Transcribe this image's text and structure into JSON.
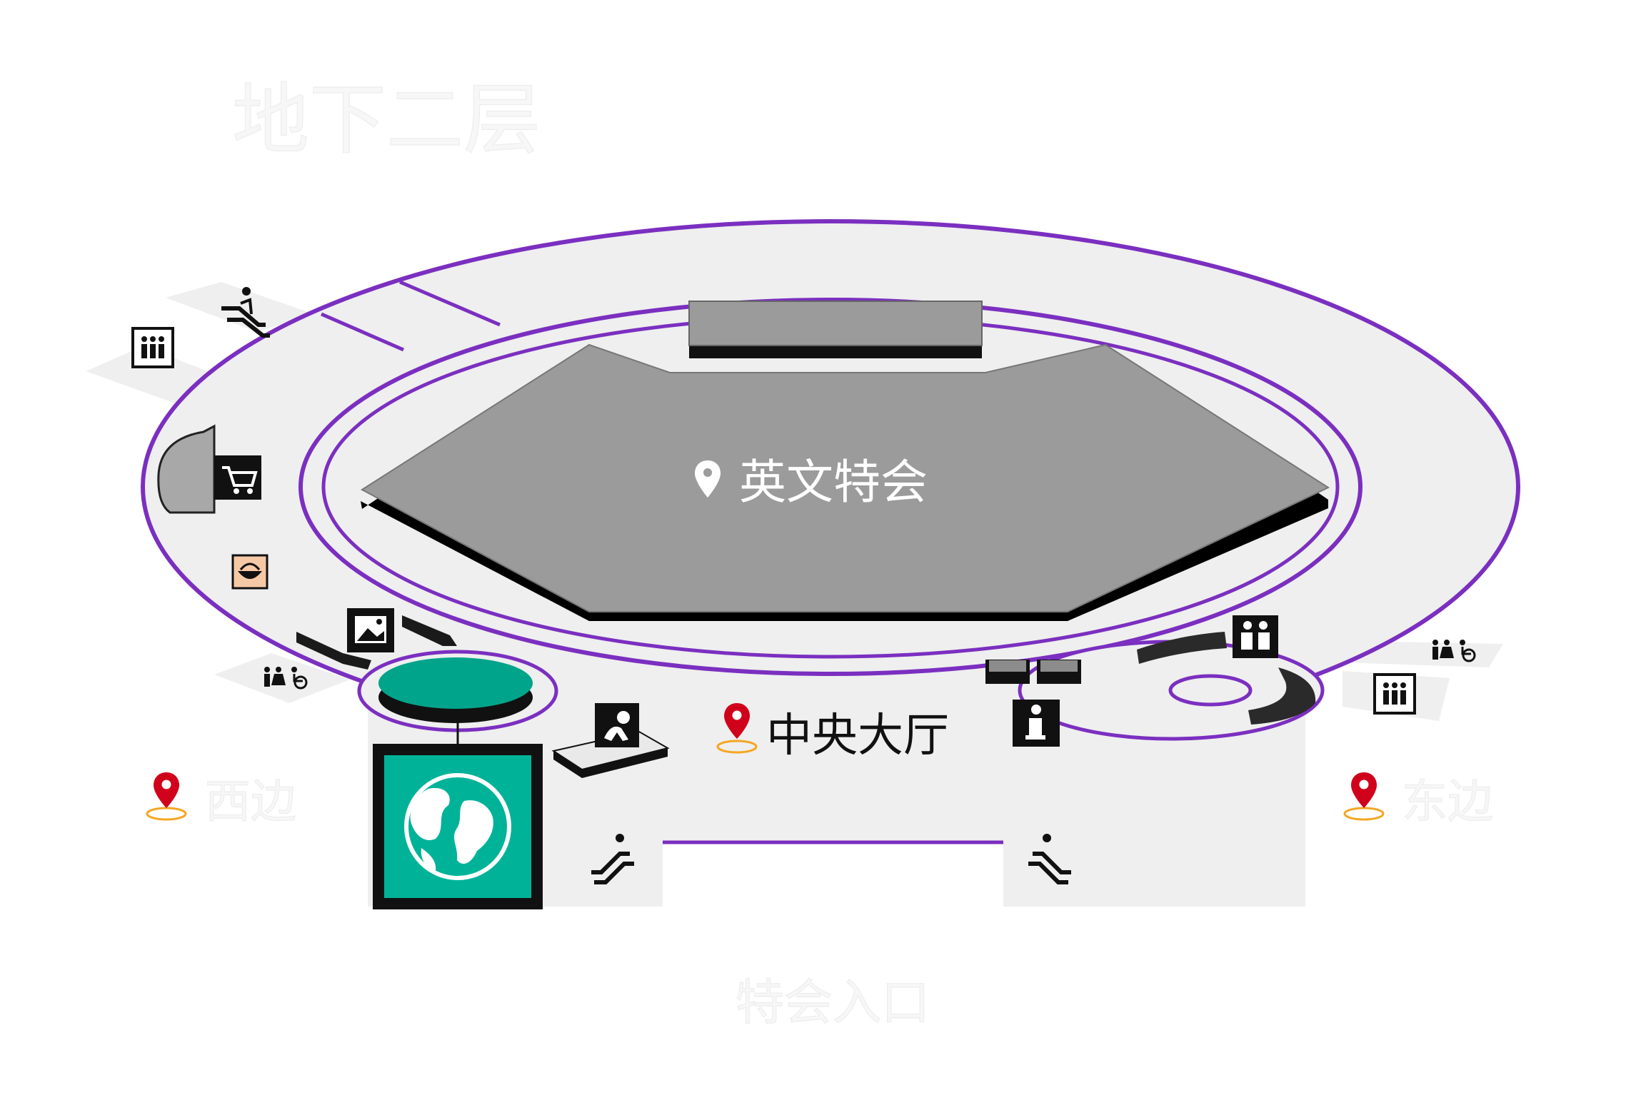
{
  "floor": {
    "title": "地下二层",
    "entrance": "特会入口"
  },
  "areas": {
    "main_hall": "英文特会",
    "central_lobby": "中央大厅",
    "west": "西边",
    "east": "东边"
  },
  "colors": {
    "accent_purple": "#7b2fc0",
    "floor_fill": "#eeefee",
    "hall_fill": "#9b9b9b",
    "teal": "#00a48a",
    "pin_red": "#d0021b",
    "pin_ring": "#f5a623",
    "food_icon_bg": "#f6c9a6"
  },
  "icons": [
    "escalator-icon",
    "elevator-icon",
    "shopping-cart-icon",
    "food-bowl-icon",
    "gallery-icon",
    "restroom-accessible-icon",
    "globe-icon",
    "family-service-icon",
    "information-icon",
    "playground-icon",
    "location-pin-icon"
  ]
}
